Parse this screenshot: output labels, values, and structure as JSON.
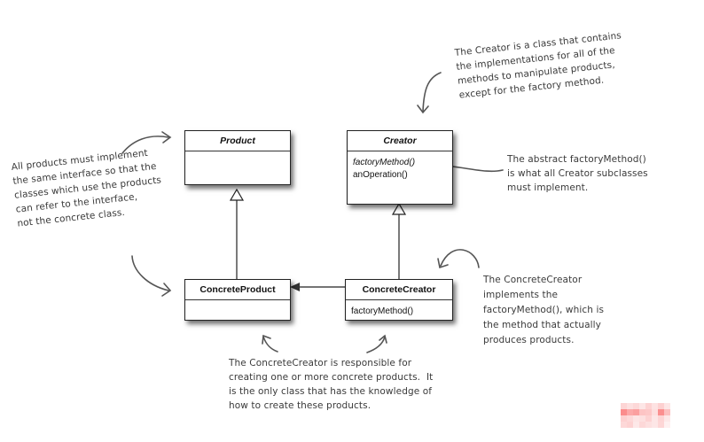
{
  "diagram": {
    "type": "UML class diagram - Factory Method pattern",
    "classes": [
      {
        "id": "product",
        "name": "Product",
        "abstract": true,
        "operations": []
      },
      {
        "id": "creator",
        "name": "Creator",
        "abstract": true,
        "operations": [
          {
            "label": "factoryMethod()",
            "abstract": true
          },
          {
            "label": "anOperation()",
            "abstract": false
          }
        ]
      },
      {
        "id": "concrete_product",
        "name": "ConcreteProduct",
        "abstract": false,
        "operations": []
      },
      {
        "id": "concrete_creator",
        "name": "ConcreteCreator",
        "abstract": false,
        "operations": [
          {
            "label": "factoryMethod()",
            "abstract": false
          }
        ]
      }
    ],
    "relationships": [
      {
        "from": "ConcreteProduct",
        "to": "Product",
        "type": "generalization"
      },
      {
        "from": "ConcreteCreator",
        "to": "Creator",
        "type": "generalization"
      },
      {
        "from": "ConcreteCreator",
        "to": "ConcreteProduct",
        "type": "association"
      }
    ]
  },
  "notes": {
    "creator": "The Creator is a class that contains\nthe implementations for all of the\nmethods to manipulate products,\nexcept for the factory method.",
    "products": "All products must implement\nthe same interface so that the\nclasses which use the products\ncan refer to the interface,\nnot the concrete class.",
    "factory_method": "The abstract factoryMethod()\nis what all Creator subclasses\nmust implement.",
    "concrete_creator": "The ConcreteCreator\nimplements the\nfactoryMethod(), which is\nthe method that actually\nproduces products.",
    "responsible": "The ConcreteCreator is responsible for\ncreating one or more concrete products.  It\nis the only class that has the knowledge of\nhow to create these products."
  },
  "colors": {
    "line": "#222222",
    "annotation": "#3a3a3a",
    "background": "#ffffff"
  }
}
